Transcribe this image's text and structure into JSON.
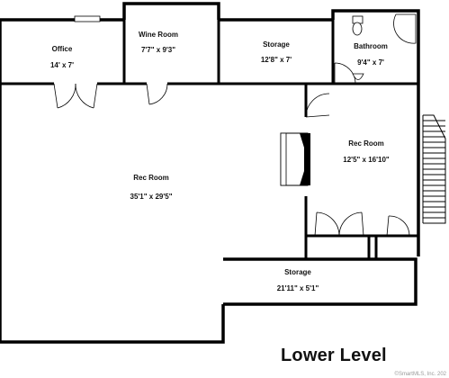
{
  "rooms": {
    "office": {
      "name": "Office",
      "dims": "14' x 7'"
    },
    "wine_room": {
      "name": "Wine Room",
      "dims": "7'7\" x 9'3\""
    },
    "storage_top": {
      "name": "Storage",
      "dims": "12'8\" x 7'"
    },
    "bathroom": {
      "name": "Bathroom",
      "dims": "9'4\" x 7'"
    },
    "rec_room_main": {
      "name": "Rec Room",
      "dims": "35'1\" x 29'5\""
    },
    "rec_room_east": {
      "name": "Rec Room",
      "dims": "12'5\" x 16'10\""
    },
    "storage_bottom": {
      "name": "Storage",
      "dims": "21'11\" x 5'1\""
    }
  },
  "title": "Lower Level",
  "copyright": "©SmartMLS, Inc. 202"
}
